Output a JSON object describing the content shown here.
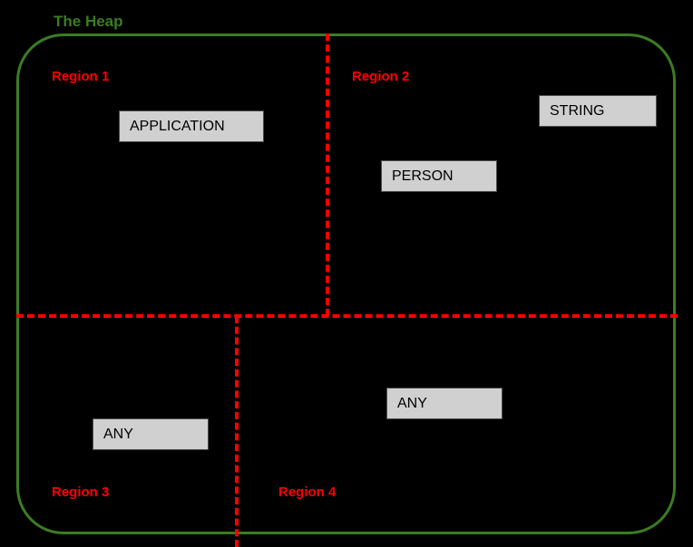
{
  "diagram": {
    "title": "The Heap",
    "colors": {
      "background": "#000000",
      "heap_border": "#3a7d22",
      "heap_label": "#3a7d22",
      "region_divider": "#ff0000",
      "region_label": "#ff0000",
      "object_fill": "#d0d0d0",
      "object_border": "#4d4d4d",
      "object_text": "#000000"
    },
    "heap": {
      "label": "The Heap"
    },
    "regions": [
      {
        "id": "region-1",
        "label": "Region 1",
        "quadrant": "top-left"
      },
      {
        "id": "region-2",
        "label": "Region 2",
        "quadrant": "top-right"
      },
      {
        "id": "region-3",
        "label": "Region 3",
        "quadrant": "bottom-left"
      },
      {
        "id": "region-4",
        "label": "Region 4",
        "quadrant": "bottom-right"
      }
    ],
    "objects": [
      {
        "id": "obj-application",
        "label": "APPLICATION",
        "region": "Region 1"
      },
      {
        "id": "obj-string",
        "label": "STRING",
        "region": "Region 2"
      },
      {
        "id": "obj-person",
        "label": "PERSON",
        "region": "Region 2"
      },
      {
        "id": "obj-any-r3",
        "label": "ANY",
        "region": "Region 3"
      },
      {
        "id": "obj-any-r4",
        "label": "ANY",
        "region": "Region 4"
      }
    ],
    "dividers": [
      {
        "id": "divider-vertical-top",
        "orientation": "vertical",
        "style": "dashed"
      },
      {
        "id": "divider-horizontal",
        "orientation": "horizontal",
        "style": "dashed"
      },
      {
        "id": "divider-vertical-bottom",
        "orientation": "vertical",
        "style": "dashed"
      }
    ]
  }
}
